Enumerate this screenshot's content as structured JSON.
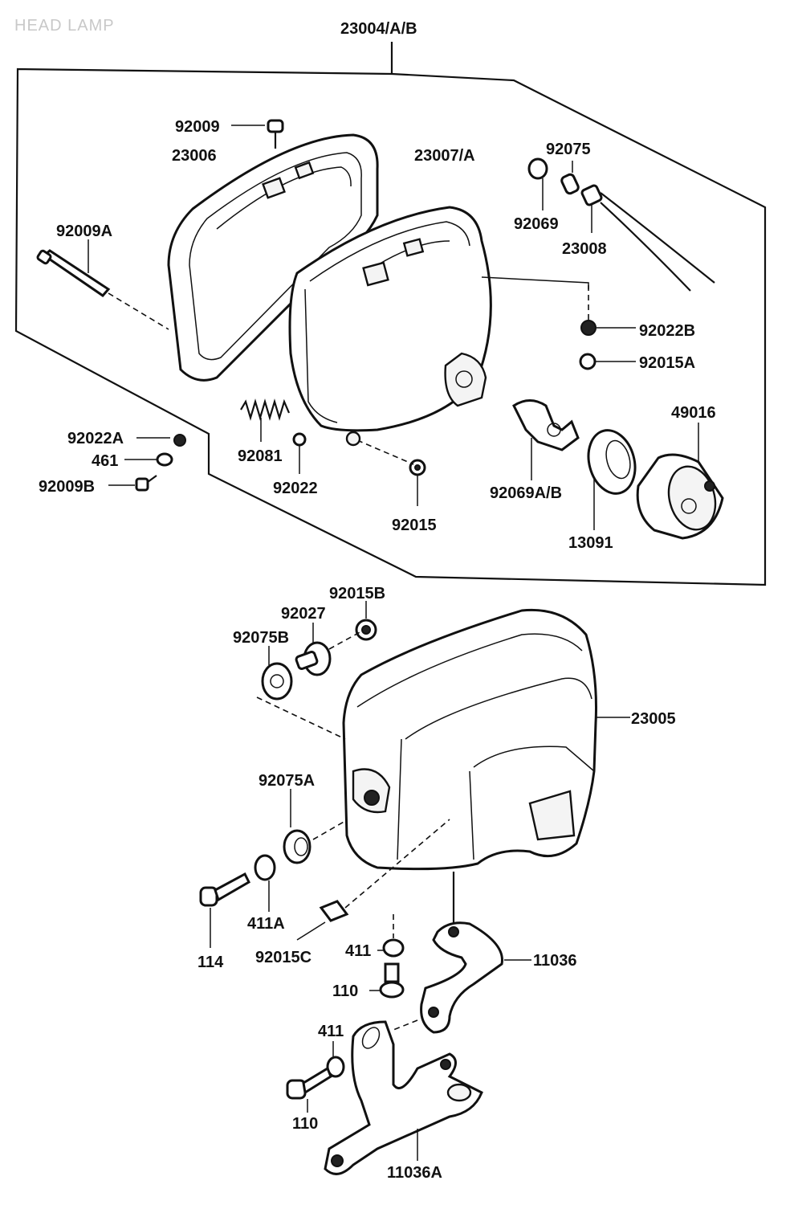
{
  "title": "HEAD LAMP",
  "labels": {
    "assy": "23004/A/B",
    "p92009": "92009",
    "p23006": "23006",
    "p23007": "23007/A",
    "p92075": "92075",
    "p92069": "92069",
    "p23008": "23008",
    "p92009A": "92009A",
    "p92022B": "92022B",
    "p92015A": "92015A",
    "p49016": "49016",
    "p92022A": "92022A",
    "p461": "461",
    "p92009B": "92009B",
    "p92081": "92081",
    "p92022": "92022",
    "p92015": "92015",
    "p92069AB": "92069A/B",
    "p13091": "13091",
    "p92015B": "92015B",
    "p92027": "92027",
    "p92075B": "92075B",
    "p23005": "23005",
    "p92075A": "92075A",
    "p411A": "411A",
    "p114": "114",
    "p92015C": "92015C",
    "p411a": "411",
    "p11036": "11036",
    "p110a": "110",
    "p411b": "411",
    "p110b": "110",
    "p11036A": "11036A"
  }
}
